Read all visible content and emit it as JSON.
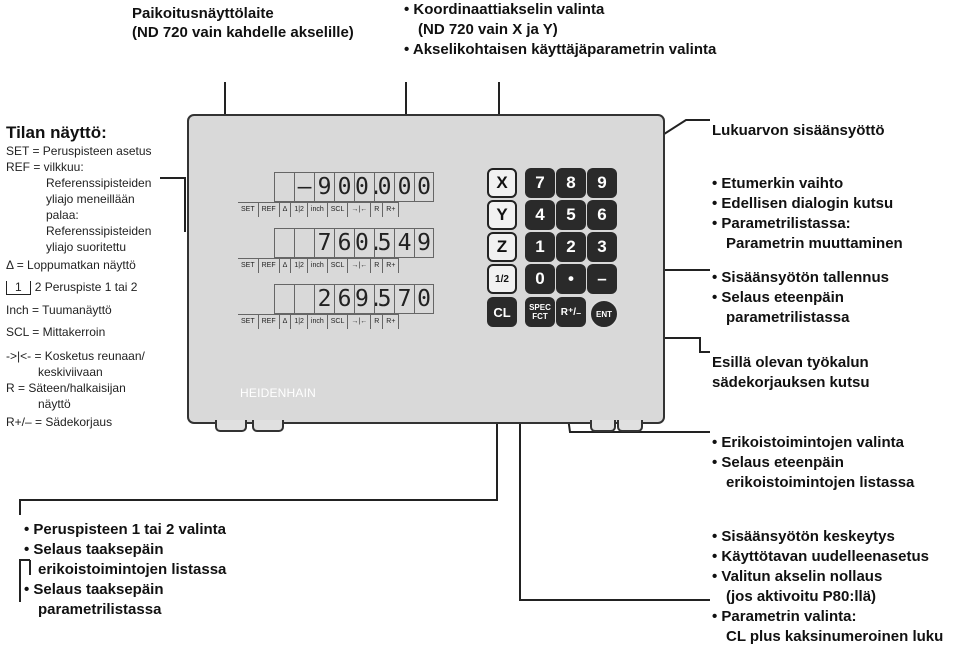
{
  "top_left_note": {
    "line1": "Paikoitusnäyttölaite",
    "line2": "(ND 720 vain kahdelle akselille)"
  },
  "top_right_note": {
    "items": [
      "• Koordinaattiakselin valinta",
      "(ND 720 vain X ja Y)",
      "• Akselikohtaisen käyttäjäparametrin valinta"
    ]
  },
  "legend": {
    "title": "Tilan näyttö:",
    "set": "SET =   Peruspisteen asetus",
    "ref": "REF =   vilkkuu:",
    "ref_l1": "Referenssipisteiden",
    "ref_l2": "yliajo meneillään",
    "ref_l3": "palaa:",
    "ref_l4": "Referenssipisteiden",
    "ref_l5": "yliajo suoritettu",
    "delta": "Δ = Loppumatkan näyttö",
    "ref12_a": "1",
    "ref12_b": "2  Peruspiste 1 tai 2",
    "inch": "Inch = Tuumanäyttö",
    "scl": "SCL = Mittakerroin",
    "edge": "->|<- = Kosketus reunaan/",
    "edge2": "keskiviivaan",
    "r": "R = Säteen/halkaisijan",
    "r2": "näyttö",
    "rpm": "R+/– = Sädekorjaus"
  },
  "device": {
    "brand": "HEIDENHAIN",
    "rows": [
      {
        "digits": [
          "",
          "–",
          "9",
          "0",
          "0.",
          "0",
          "0",
          "0"
        ]
      },
      {
        "digits": [
          "",
          "",
          "7",
          "6",
          "0.",
          "5",
          "4",
          "9"
        ]
      },
      {
        "digits": [
          "",
          "",
          "2",
          "6",
          "9.",
          "5",
          "7",
          "0"
        ]
      }
    ],
    "flags": [
      "SET",
      "REF",
      "Δ",
      "1|2",
      "inch",
      "SCL",
      "→|←",
      "R",
      "R+"
    ],
    "axis_keys": [
      "X",
      "Y",
      "Z"
    ],
    "ref_key": "1/2",
    "num_keys": [
      [
        "7",
        "8",
        "9"
      ],
      [
        "4",
        "5",
        "6"
      ],
      [
        "1",
        "2",
        "3"
      ],
      [
        "0",
        "•",
        "–"
      ]
    ],
    "cl_key": "CL",
    "spec_key": "SPEC FCT",
    "r_key": "R⁺/₋",
    "ent_key": "ENT"
  },
  "right_notes": {
    "value_entry": "Lukuarvon sisäänsyöttö",
    "group1": [
      "• Etumerkin vaihto",
      "• Edellisen dialogin kutsu",
      "• Parametrilistassa:",
      "Parametrin muuttaminen"
    ],
    "group2": [
      "• Sisäänsyötön tallennus",
      "• Selaus eteenpäin",
      "parametrilistassa"
    ],
    "tool_radius": [
      "Esillä olevan työkalun",
      "sädekorjauksen kutsu"
    ],
    "group3": [
      "• Erikoistoimintojen valinta",
      "• Selaus eteenpäin",
      "erikoistoimintojen listassa"
    ],
    "group4": [
      "• Sisäänsyötön  keskeytys",
      "• Käyttötavan uudelleenasetus",
      "• Valitun akselin nollaus",
      "(jos aktivoitu P80:llä)",
      "• Parametrin valinta:",
      "CL plus kaksinumeroinen luku"
    ]
  },
  "bottom_left_note": [
    "• Peruspisteen 1 tai 2 valinta",
    "• Selaus taaksepäin",
    "erikoistoimintojen listassa",
    "• Selaus taaksepäin",
    "parametrilistassa"
  ]
}
